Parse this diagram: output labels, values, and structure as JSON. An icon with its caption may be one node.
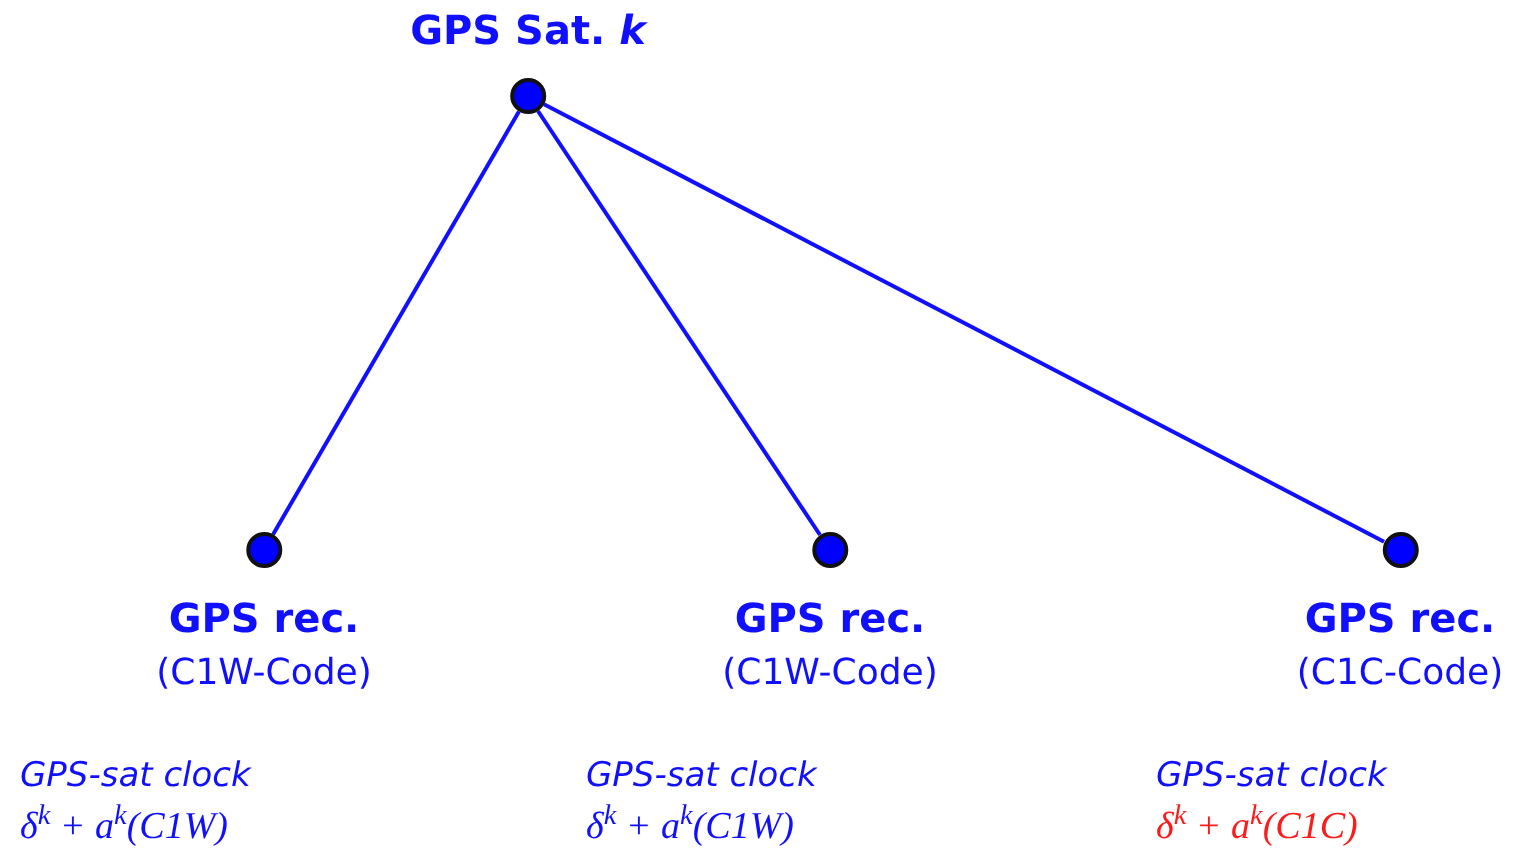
{
  "diagram": {
    "nodes": [
      {
        "text": [
          "GPS Sat. *k*"
        ]
      },
      {
        "text": [
          "GPS rec.",
          "(C1W-Code)"
        ]
      },
      {
        "text": [
          "GPS rec.",
          "(C1W-Code)"
        ]
      },
      {
        "text": [
          "GPS rec.",
          "(C1C-Code)"
        ]
      }
    ],
    "edges": [
      {
        "from": 0,
        "to": 1,
        "arrow": "none"
      },
      {
        "from": 0,
        "to": 2,
        "arrow": "none"
      },
      {
        "from": 0,
        "to": 3,
        "arrow": "none"
      }
    ],
    "labels": [
      "GPS-sat clock",
      "δ$^{k}$ + a$^{k}$(C1W)",
      "GPS-sat clock",
      "δ$^{k}$ + a$^{k}$(C1W)",
      "GPS-sat clock",
      "δ$^{k}$ + a$^{k}$(C1C)"
    ]
  }
}
